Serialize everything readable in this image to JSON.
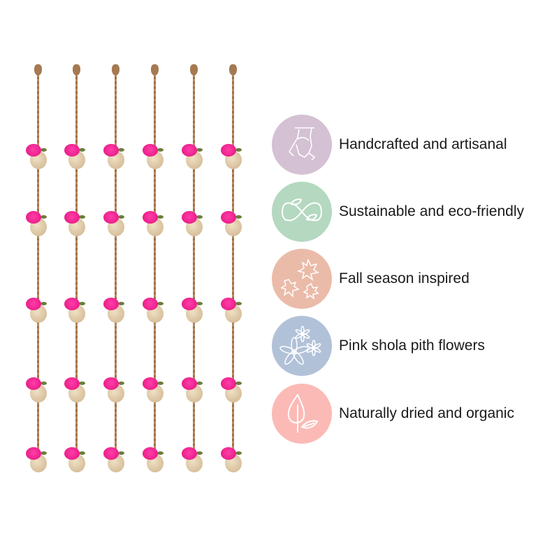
{
  "features": [
    {
      "label": "Handcrafted and artisanal",
      "icon": "hand-icon",
      "color": "#d4c1d3"
    },
    {
      "label": "Sustainable and eco-friendly",
      "icon": "infinity-leaf-icon",
      "color": "#b4d8c0"
    },
    {
      "label": "Fall season inspired",
      "icon": "maple-leaves-icon",
      "color": "#ebbba9"
    },
    {
      "label": "Pink shola pith flowers",
      "icon": "flowers-icon",
      "color": "#b1c1d8"
    },
    {
      "label": "Naturally dried and organic",
      "icon": "leaves-icon",
      "color": "#fbbab5"
    }
  ],
  "product": {
    "strand_count": 6,
    "balls_per_strand": 5
  }
}
